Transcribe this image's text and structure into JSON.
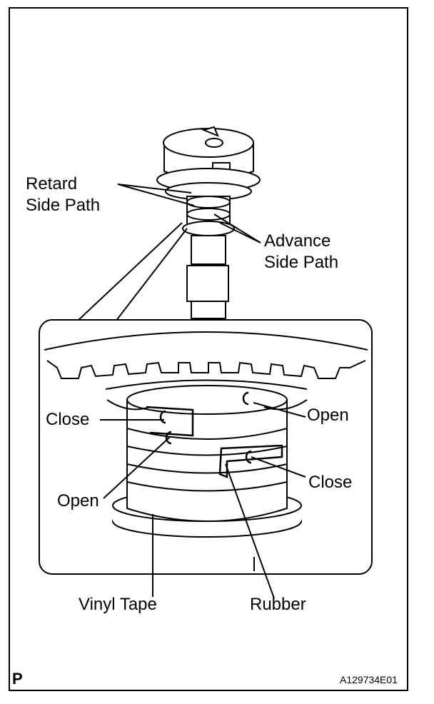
{
  "labels": {
    "retard": "Retard\nSide Path",
    "advance": "Advance\nSide Path",
    "close_left": "Close",
    "open_right": "Open",
    "open_left": "Open",
    "close_right": "Close",
    "vinyl_tape": "Vinyl Tape",
    "rubber": "Rubber"
  },
  "footer": {
    "page_mark": "P",
    "figure_code": "A129734E01"
  }
}
